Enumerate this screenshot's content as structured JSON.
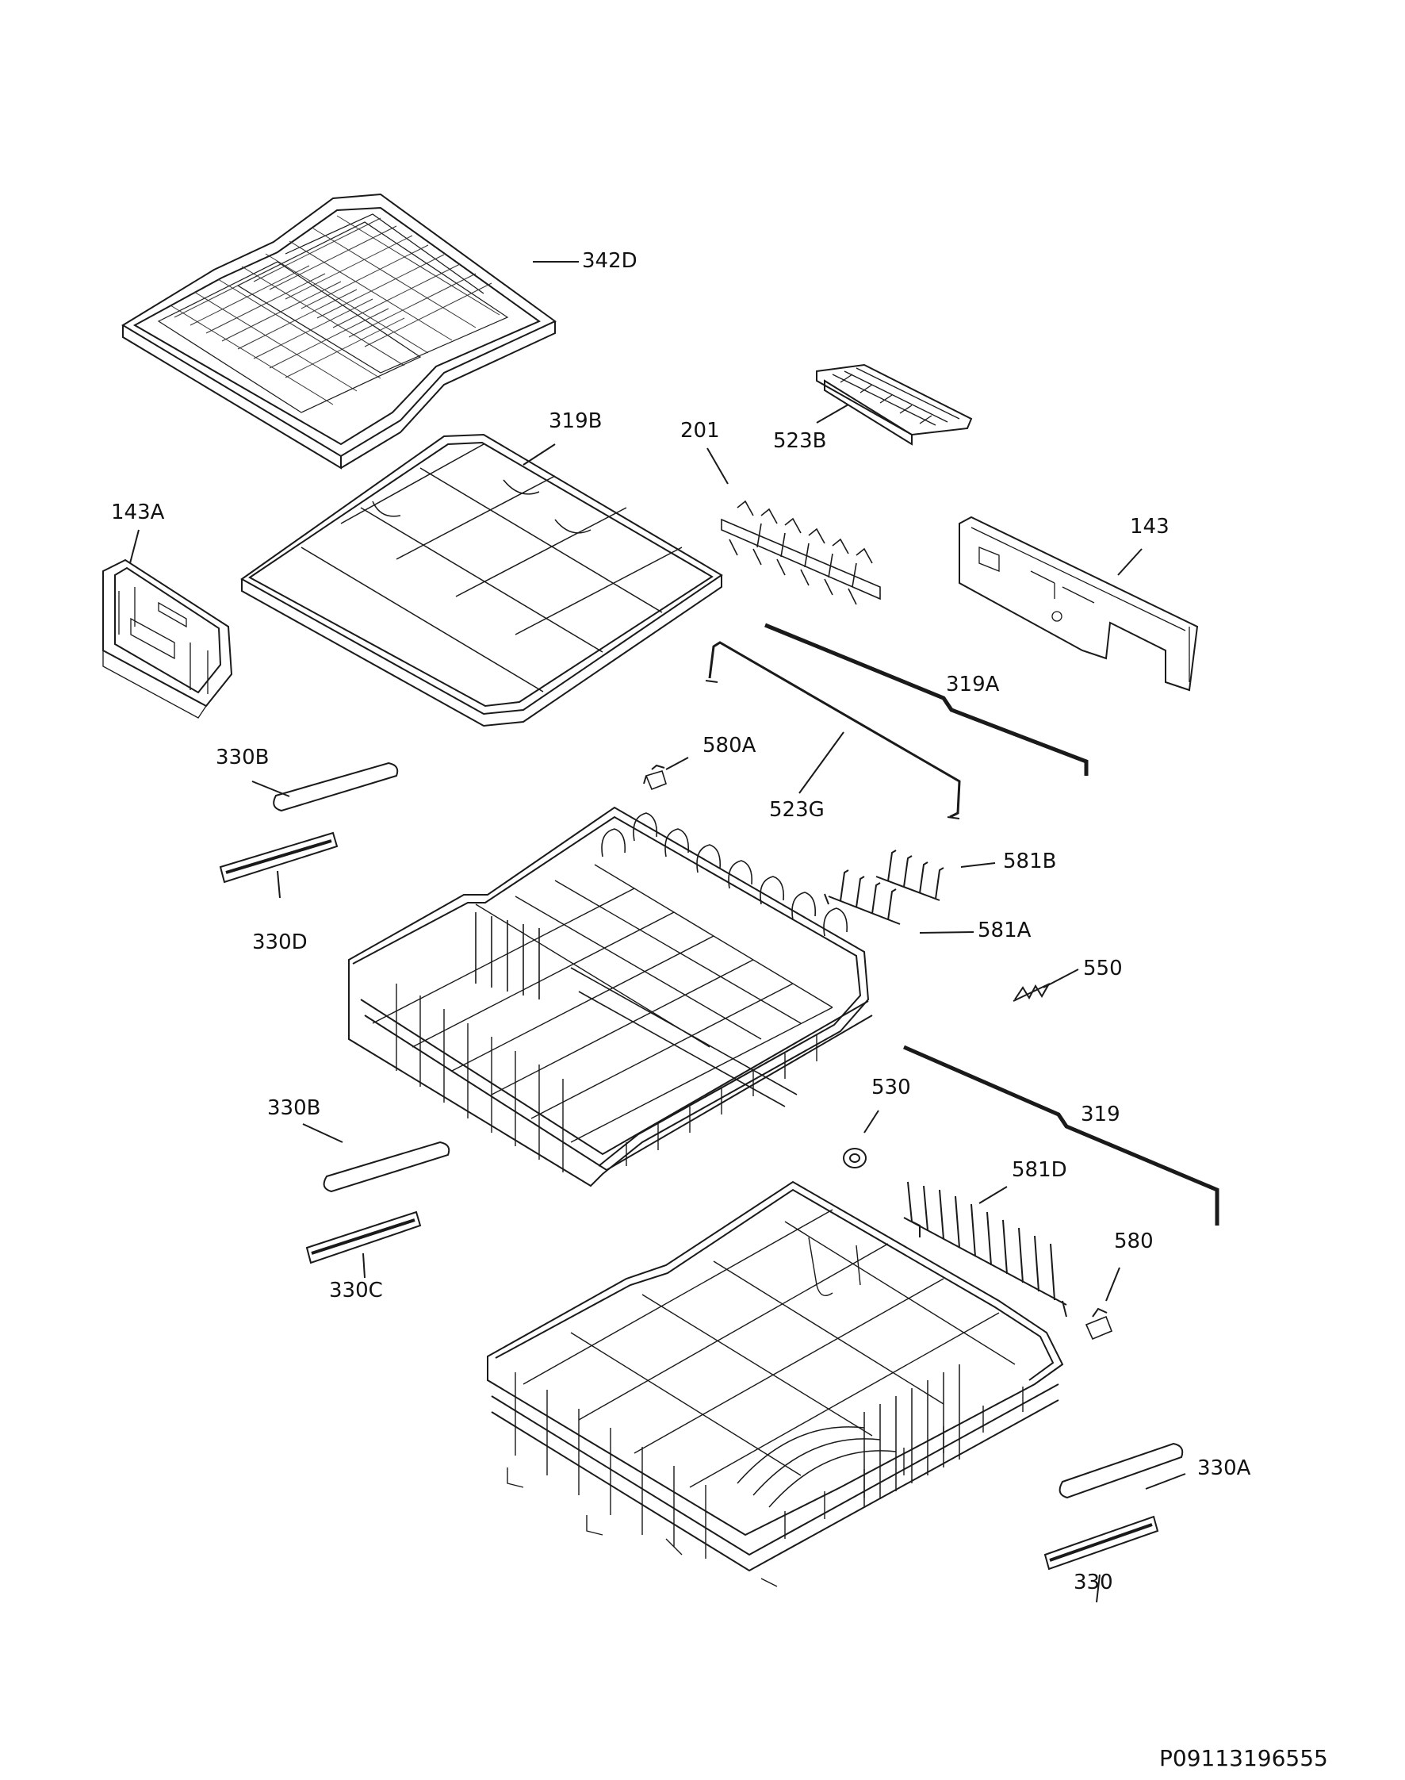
{
  "diagram": {
    "labels": {
      "p342D": "342D",
      "p523B": "523B",
      "p201": "201",
      "p319B": "319B",
      "p143A": "143A",
      "p143": "143",
      "p319A": "319A",
      "p580A": "580A",
      "p523G": "523G",
      "p330B_upper": "330B",
      "p330D": "330D",
      "p581B": "581B",
      "p581A": "581A",
      "p550": "550",
      "p530": "530",
      "p319": "319",
      "p330B_lower": "330B",
      "p581D": "581D",
      "p330C": "330C",
      "p580": "580",
      "p330A": "330A",
      "p330": "330"
    },
    "document_code": "P09113196555"
  }
}
